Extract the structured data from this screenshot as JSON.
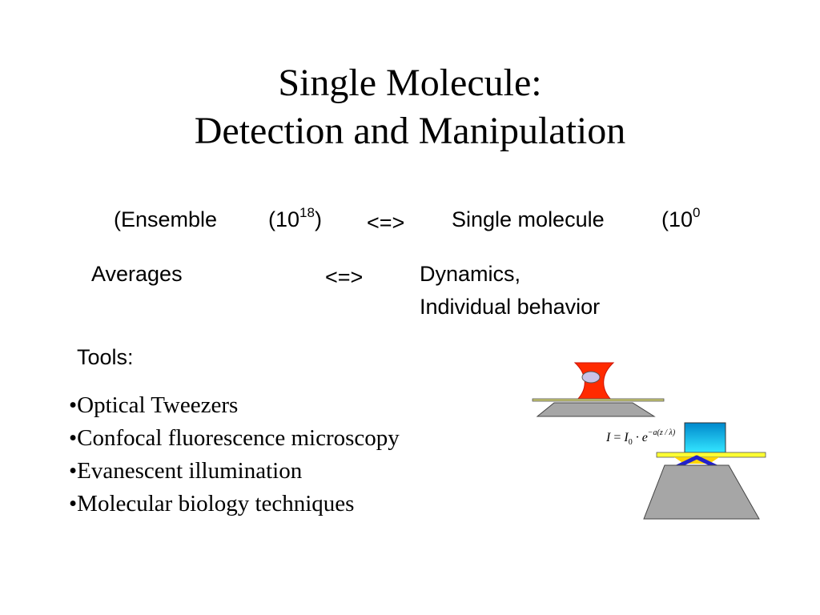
{
  "title": {
    "line1": "Single Molecule:",
    "line2": "Detection and Manipulation"
  },
  "comparison": {
    "ensemble_label": "(Ensemble",
    "ensemble_open": "(10",
    "ensemble_exp": "18",
    "ensemble_close": ")",
    "arrow1": "<=>",
    "single_label": "Single molecule",
    "single_open": "(10",
    "single_exp": "0",
    "averages": "Averages",
    "arrow2": "<=>",
    "dynamics_line1": "Dynamics,",
    "dynamics_line2": "Individual behavior"
  },
  "tools": {
    "heading": "Tools:",
    "items": [
      "•Optical Tweezers",
      "•Confocal fluorescence microscopy",
      "•Evanescent illumination",
      "•Molecular biology techniques"
    ]
  },
  "formula": {
    "lhs": "I",
    "eq": " = ",
    "i": "I",
    "sub": "0",
    "dot": " · e",
    "exp": "−a(z / λ)"
  },
  "colors": {
    "beam_red": "#ff2a00",
    "bead_fill": "#c9c3e8",
    "slide_yellow": "#ffff33",
    "stage_gray": "#a6a6a6",
    "cyan_box": "#00d0f0",
    "blue_beam": "#2222cc"
  }
}
